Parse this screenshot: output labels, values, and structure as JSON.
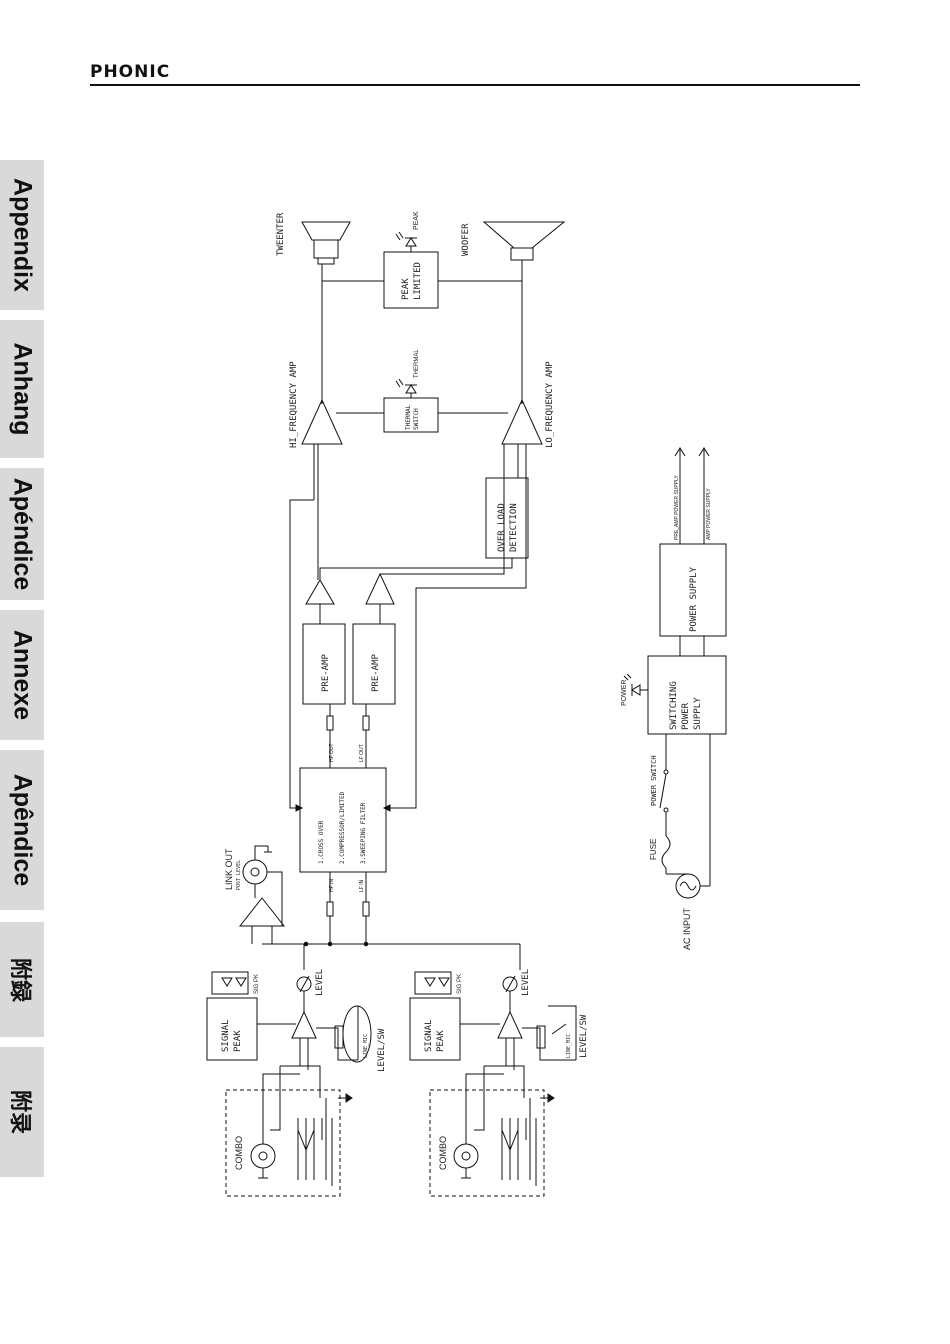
{
  "header": {
    "brand": "PHONIC"
  },
  "side_tabs": [
    "Appendix",
    "Anhang",
    "Apéndice",
    "Annexe",
    "Apêndice",
    "附録",
    "附录"
  ],
  "labels": {
    "tweenter": "TWEENTER",
    "woofer": "WOOFER",
    "peak": "PEAK",
    "peak_limited_1": "PEAK",
    "peak_limited_2": "LIMITED",
    "thermal": "THERMAL",
    "thermal_switch_1": "THERMAL",
    "thermal_switch_2": "SWITCH",
    "hi_amp": "HI_FREQUENCY AMP",
    "lo_amp": "LO_FREQUENCY AMP",
    "overload_1": "OVER LOAD",
    "overload_2": "DETECTION",
    "pre_amp_a": "PRE-AMP",
    "pre_amp_b": "PRE-AMP",
    "hf_out": "HF OUT",
    "lf_out": "LF OUT",
    "hf_in": "HF IN",
    "lf_in": "LF IN",
    "proc_1": "1.CROSS OVER",
    "proc_2": "2.COMPRESSOR/LIMITED",
    "proc_3": "3.SWEEPING FILTER",
    "link_out": "LINK OUT",
    "post_level": "POST LEVEL",
    "level_1": "LEVEL",
    "level_2": "LEVEL",
    "signal_1a": "SIGNAL",
    "signal_1b": "PEAK",
    "signal_2a": "SIGNAL",
    "signal_2b": "PEAK",
    "sig_pk_1": "SIG PK",
    "sig_pk_2": "SIG PK",
    "line_mic_1": "LINE_MIC",
    "line_mic_2": "LINE_MIC",
    "level_sw_1": "LEVEL/SW",
    "level_sw_2": "LEVEL/SW",
    "combo_1": "COMBO",
    "combo_2": "COMBO",
    "pre_amp_power": "PRE_AMP POWER SUPPLY",
    "amp_power": "AMP POWER SUPPLY",
    "power_supply": "POWER SUPPLY",
    "smps_1": "SWITCHING",
    "smps_2": "POWER",
    "smps_3": "SUPPLY",
    "power": "POWER",
    "power_switch": "POWER SWITCH",
    "fuse": "FUSE",
    "ac_input": "AC INPUT"
  }
}
